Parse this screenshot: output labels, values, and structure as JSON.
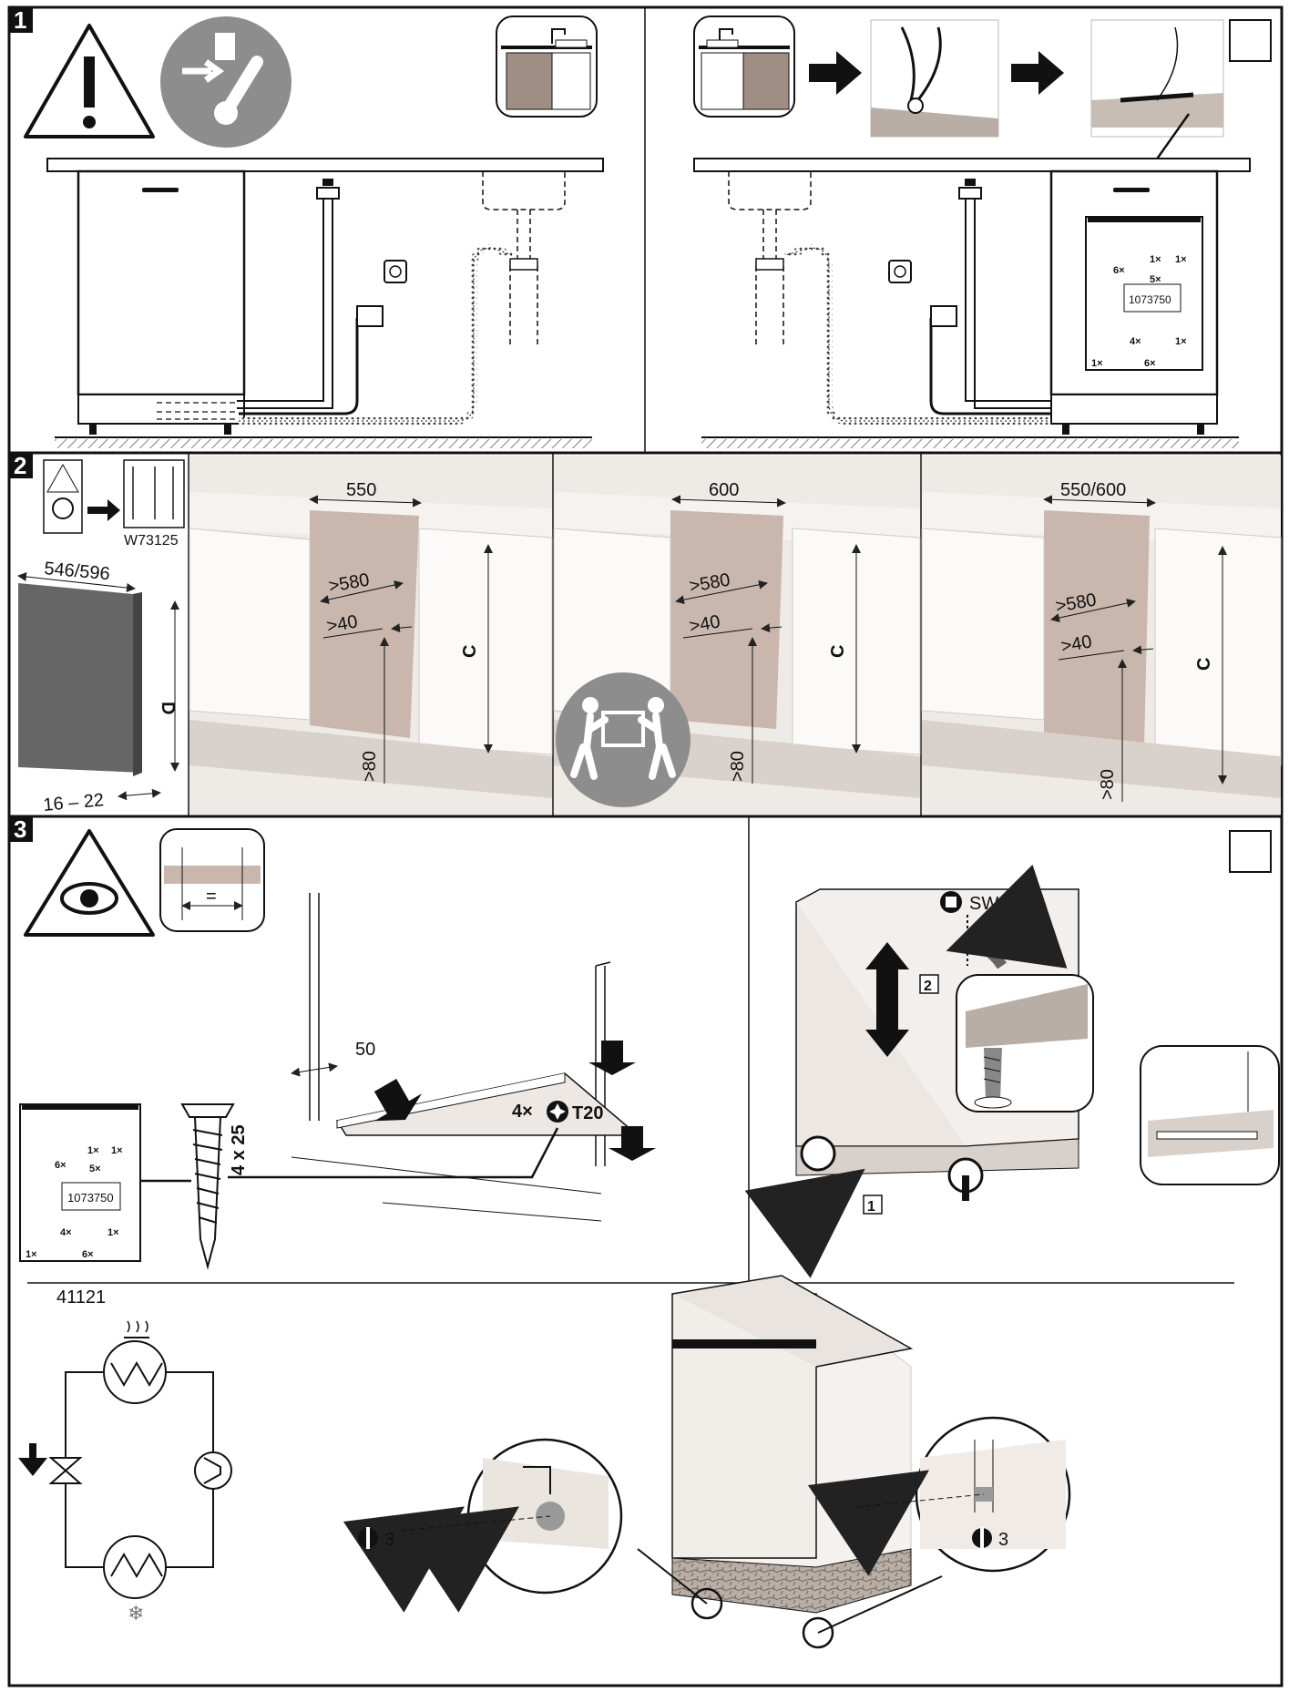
{
  "steps": {
    "s1": "1",
    "s2": "2",
    "s3": "3"
  },
  "hardware_bag": {
    "part_number": "1073750",
    "qty_6": "6×",
    "qty_1a": "1×",
    "qty_1b": "1×",
    "qty_5": "5×",
    "qty_4": "4×",
    "qty_1c": "1×",
    "qty_1d": "1×",
    "qty_6b": "6×"
  },
  "section2": {
    "accessory_code": "W73125",
    "panel_width": "546/596",
    "panel_height": "D",
    "panel_thickness": "16 – 22",
    "niche_a": {
      "width": "550",
      "depth": ">580",
      "gap": ">40",
      "plinth": ">80",
      "height": "C"
    },
    "niche_b": {
      "width": "600",
      "depth": ">580",
      "gap": ">40",
      "plinth": ">80",
      "height": "C"
    },
    "niche_c": {
      "width": "550/600",
      "depth": ">580",
      "gap": ">40",
      "plinth": ">80",
      "height": "C"
    }
  },
  "section3": {
    "equal_sign": "=",
    "offset": "50",
    "screw_size": "4 x 25",
    "screw_qty": "4×",
    "torx": "T20",
    "wrench": "SW 6",
    "sub1": "1",
    "sub2": "2",
    "doc_code": "41121",
    "turns_left": "3",
    "turns_right": "3"
  }
}
